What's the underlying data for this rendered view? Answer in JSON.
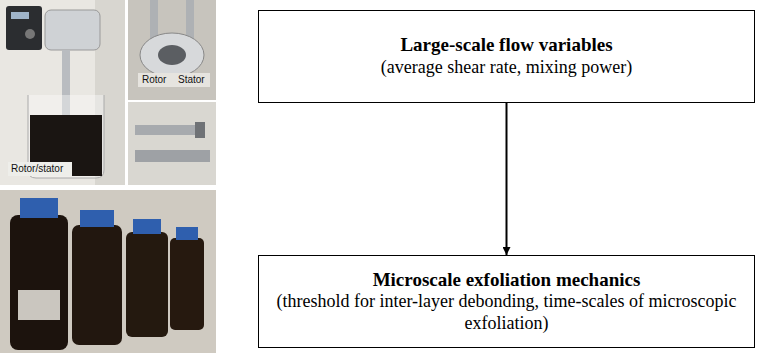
{
  "diagram": {
    "nodes": [
      {
        "text": [
          "Large-scale flow variables",
          "(average shear rate, mixing power)"
        ]
      },
      {
        "text": [
          "Microscale exfoliation mechanics",
          "(threshold for inter-layer debonding, time-scales of microscopic exfoliation)"
        ]
      }
    ],
    "edges": [
      {
        "from": 0,
        "to": 1,
        "arrow": "to"
      }
    ],
    "labels": [
      "Rotor/stator",
      "Rotor",
      "Stator"
    ]
  }
}
